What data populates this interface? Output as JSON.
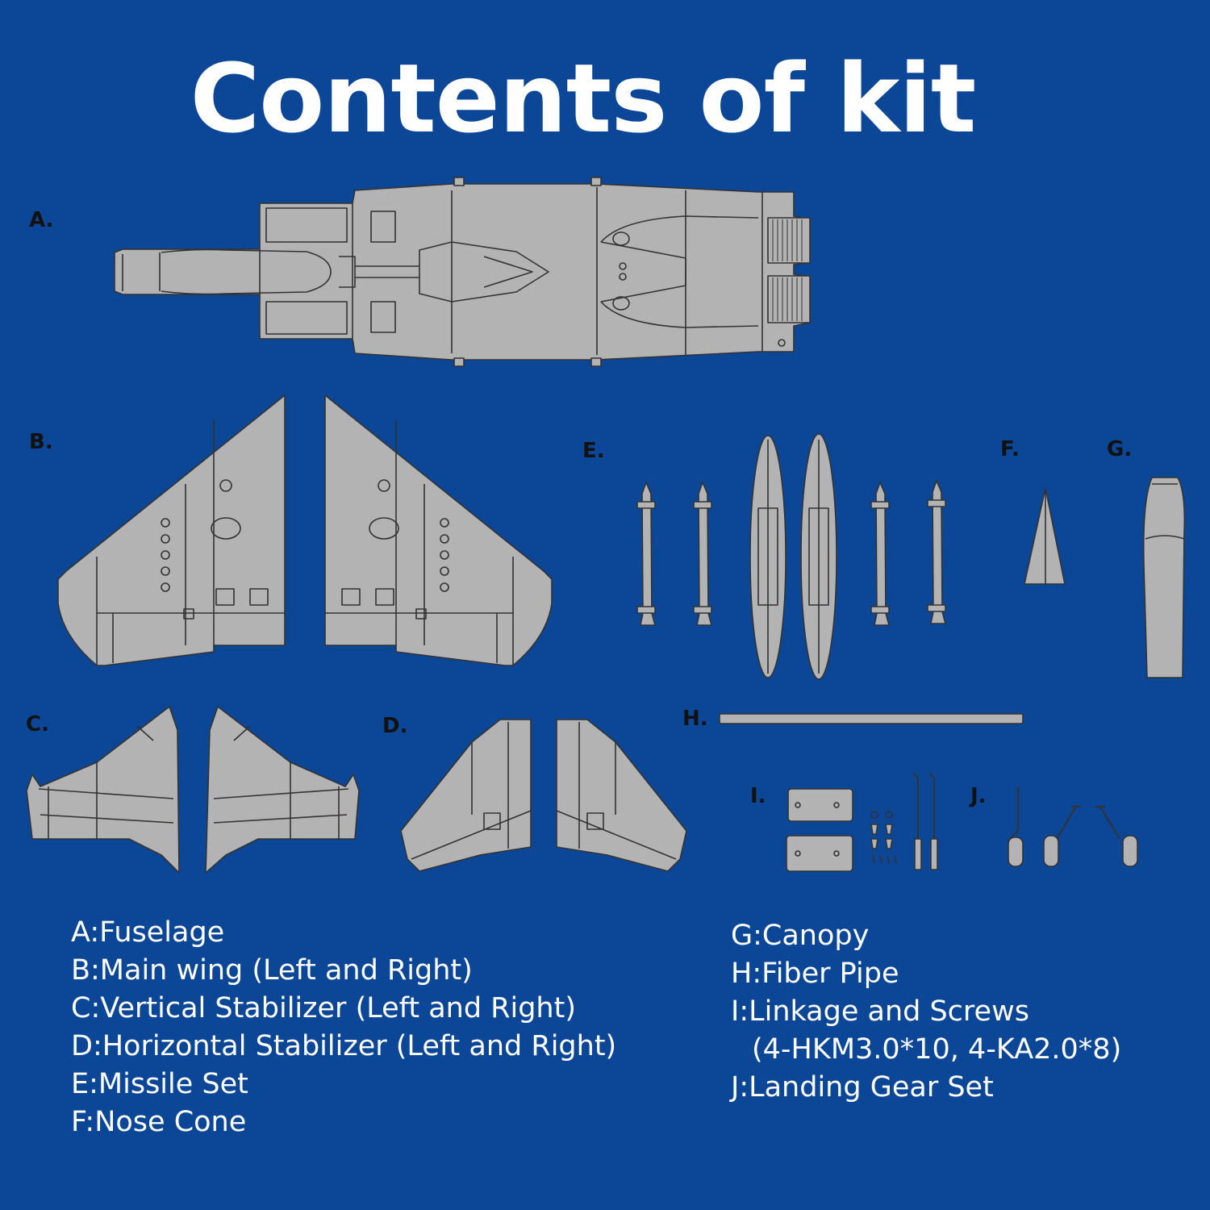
{
  "title": "Contents of kit",
  "colors": {
    "background": "#0b4697",
    "part_fill": "#b3b3b3",
    "part_line": "#333333",
    "label_text": "#111111",
    "legend_text": "#ffffff"
  },
  "parts": {
    "a": "A.",
    "b": "B.",
    "c": "C.",
    "d": "D.",
    "e": "E.",
    "f": "F.",
    "g": "G.",
    "h": "H.",
    "i": "I.",
    "j": "J."
  },
  "legend": {
    "left": [
      "A:Fuselage",
      "B:Main wing (Left and Right)",
      "C:Vertical Stabilizer (Left and Right)",
      "D:Horizontal Stabilizer (Left and Right)",
      "E:Missile Set",
      "F:Nose Cone"
    ],
    "right": [
      "G:Canopy",
      "H:Fiber Pipe",
      "I:Linkage and Screws",
      "(4-HKM3.0*10, 4-KA2.0*8)",
      "J:Landing Gear Set"
    ]
  }
}
